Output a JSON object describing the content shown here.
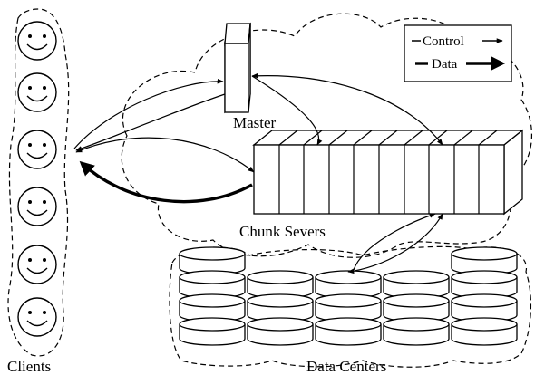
{
  "labels": {
    "master": "Master",
    "chunk_servers": "Chunk Severs",
    "clients": "Clients",
    "data_centers": "Data Centers"
  },
  "legend": {
    "control": "Control",
    "data": "Data"
  },
  "counts": {
    "clients": 6,
    "chunk_server_slabs": 10,
    "data_center_stacks": 5
  }
}
